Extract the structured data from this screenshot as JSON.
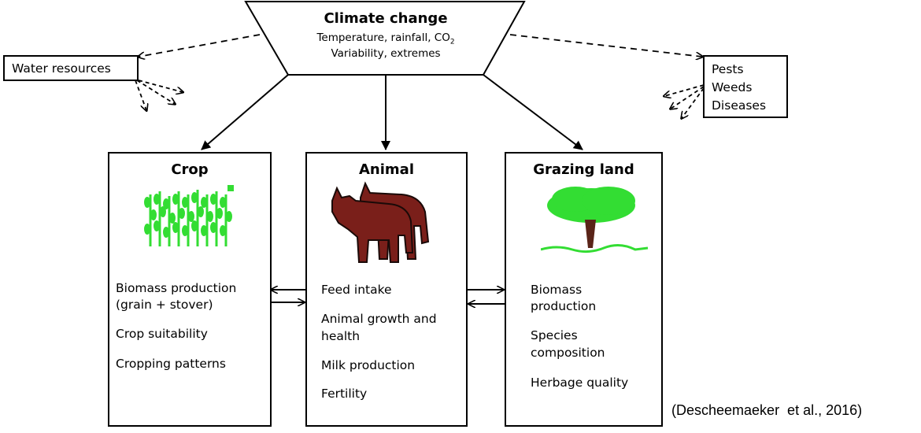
{
  "climate": {
    "title": "Climate change",
    "line1_pre": "Temperature, rainfall, CO",
    "line1_sub": "2",
    "line2": "Variability, extremes"
  },
  "water": {
    "label": "Water resources"
  },
  "pests": {
    "items": [
      "Pests",
      "Weeds",
      "Diseases"
    ]
  },
  "crop": {
    "title": "Crop",
    "items": [
      "Biomass production",
      "(grain + stover)",
      "Crop suitability",
      "Cropping patterns"
    ]
  },
  "animal": {
    "title": "Animal",
    "items": [
      "Feed intake",
      "Animal growth and",
      "health",
      "Milk production",
      "Fertility"
    ]
  },
  "grazing": {
    "title": "Grazing land",
    "items": [
      "Biomass",
      "production",
      "Species",
      "composition",
      "Herbage quality"
    ]
  },
  "citation": "(Descheemaeker  et al., 2016)",
  "colors": {
    "plant_green": "#33dd33",
    "cow_brown": "#7a1f1a",
    "trunk": "#5a2418"
  }
}
